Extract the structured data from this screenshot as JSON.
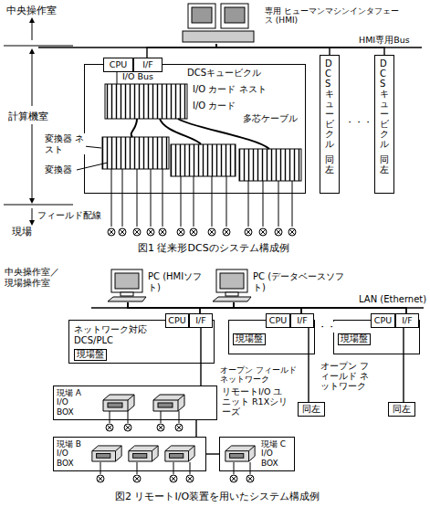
{
  "diagram": {
    "nodes": [
      {
        "text": [
          "専用 ヒューマンマシンインタフェース (HMI)"
        ]
      },
      {
        "text": [
          "DCSキュービクル"
        ]
      },
      {
        "text": [
          "CPU"
        ],
        "in": 1
      },
      {
        "text": [
          "I/F"
        ],
        "in": 1
      },
      {
        "text": [
          "DCSキュービクル",
          "同左"
        ]
      },
      {
        "text": [
          "DCSキュービクル",
          "同左"
        ]
      },
      {
        "text": [
          "PC (HMIソフト)"
        ]
      },
      {
        "text": [
          "PC (データベースソフト)"
        ]
      },
      {
        "text": [
          "ネットワーク対応 DCS/PLC",
          "現場盤"
        ]
      },
      {
        "text": [
          "CPU"
        ],
        "in": 8
      },
      {
        "text": [
          "I/F"
        ],
        "in": 8
      },
      {
        "text": [
          "現場盤"
        ]
      },
      {
        "text": [
          "CPU"
        ],
        "in": 11
      },
      {
        "text": [
          "I/F"
        ],
        "in": 11
      },
      {
        "text": [
          "現場盤"
        ]
      },
      {
        "text": [
          "CPU"
        ],
        "in": 14
      },
      {
        "text": [
          "I/F"
        ],
        "in": 14
      },
      {
        "text": [
          "現場 A I/O BOX"
        ]
      },
      {
        "text": [
          "現場 B I/O BOX"
        ]
      },
      {
        "text": [
          "現場 C I/O BOX"
        ]
      },
      {
        "text": [
          "同左"
        ]
      },
      {
        "text": [
          "同左"
        ]
      }
    ],
    "edges": [
      {
        "from": 0,
        "to": 3,
        "arrow": "none"
      },
      {
        "from": 0,
        "to": 4,
        "arrow": "none"
      },
      {
        "from": 0,
        "to": 5,
        "arrow": "none"
      },
      {
        "from": 6,
        "to": 10,
        "arrow": "none"
      },
      {
        "from": 6,
        "to": 13,
        "arrow": "none"
      },
      {
        "from": 6,
        "to": 16,
        "arrow": "none"
      },
      {
        "from": 7,
        "to": 10,
        "arrow": "none"
      },
      {
        "from": 7,
        "to": 13,
        "arrow": "none"
      },
      {
        "from": 7,
        "to": 16,
        "arrow": "none"
      },
      {
        "from": 10,
        "to": 17,
        "arrow": "none"
      },
      {
        "from": 17,
        "to": 18,
        "arrow": "none"
      },
      {
        "from": 18,
        "to": 19,
        "arrow": "none"
      },
      {
        "from": 13,
        "to": 20,
        "arrow": "none"
      },
      {
        "from": 16,
        "to": 21,
        "arrow": "none"
      }
    ],
    "labels": [
      "中央操作室",
      "計算機室",
      "現場",
      "HMI専用Bus",
      "I/O Bus",
      "I/O カード ネスト",
      "I/O カード",
      "多芯ケーブル",
      "変換器 ネスト",
      "変換器",
      "フィールド配線",
      "・・・",
      "図1 従来形DCSのシステム構成例",
      "中央操作室／ 現場操作室",
      "LAN (Ethernet)",
      "オープン フィールドネットワーク",
      "オープン フィールド ネットワーク",
      "リモートI/O ユニット R1Xシリーズ",
      "・・",
      "図2 リモートI/O装置を用いたシステム構成例"
    ]
  }
}
